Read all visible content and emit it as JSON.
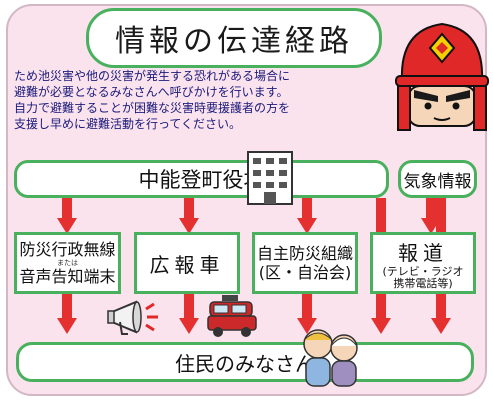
{
  "title": "情報の伝達経路",
  "description": [
    "ため池災害や他の災害が発生する恐れがある場合に",
    "避難が必要となるみなさんへ呼びかけを行います。",
    "自力で避難することが困難な災害時要援護者の方を",
    "支援し早めに避難活動を行ってください。"
  ],
  "center": "中能登町役場",
  "weather": "気象情報",
  "channels": {
    "wireless": {
      "line1": "防災行政無線",
      "or": "または",
      "line2": "音声告知端末"
    },
    "pr_car": "広報車",
    "voluntary": {
      "line1": "自主防災組織",
      "line2": "(区・自治会)"
    },
    "media": {
      "line1": "報道",
      "line2": "(テレビ・ラジオ",
      "line3": "携帯電話等)"
    }
  },
  "residents": "住民のみなさん",
  "colors": {
    "panel": "#fbe3ee",
    "border": "#49b05d",
    "arrow": "#e53030",
    "text": "#1a1a7a"
  }
}
